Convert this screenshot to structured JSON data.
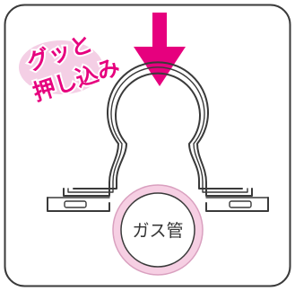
{
  "callout": {
    "line1": "グッと",
    "line2": "押し込み"
  },
  "pipe": {
    "label": "ガス管"
  },
  "colors": {
    "arrow": "#e6007e",
    "callout_text": "#e6007e",
    "callout_blob": "#f2c7e0",
    "pipe_ring": "#f6cfe3",
    "pipe_ring_edge": "#d9a0bf",
    "frame": "#3a3a3a",
    "outline": "#3a3a3a"
  },
  "icons": {
    "arrow": "down-arrow-icon",
    "pipe": "gas-pipe-icon",
    "clamp": "pipe-saddle-clamp-icon"
  }
}
